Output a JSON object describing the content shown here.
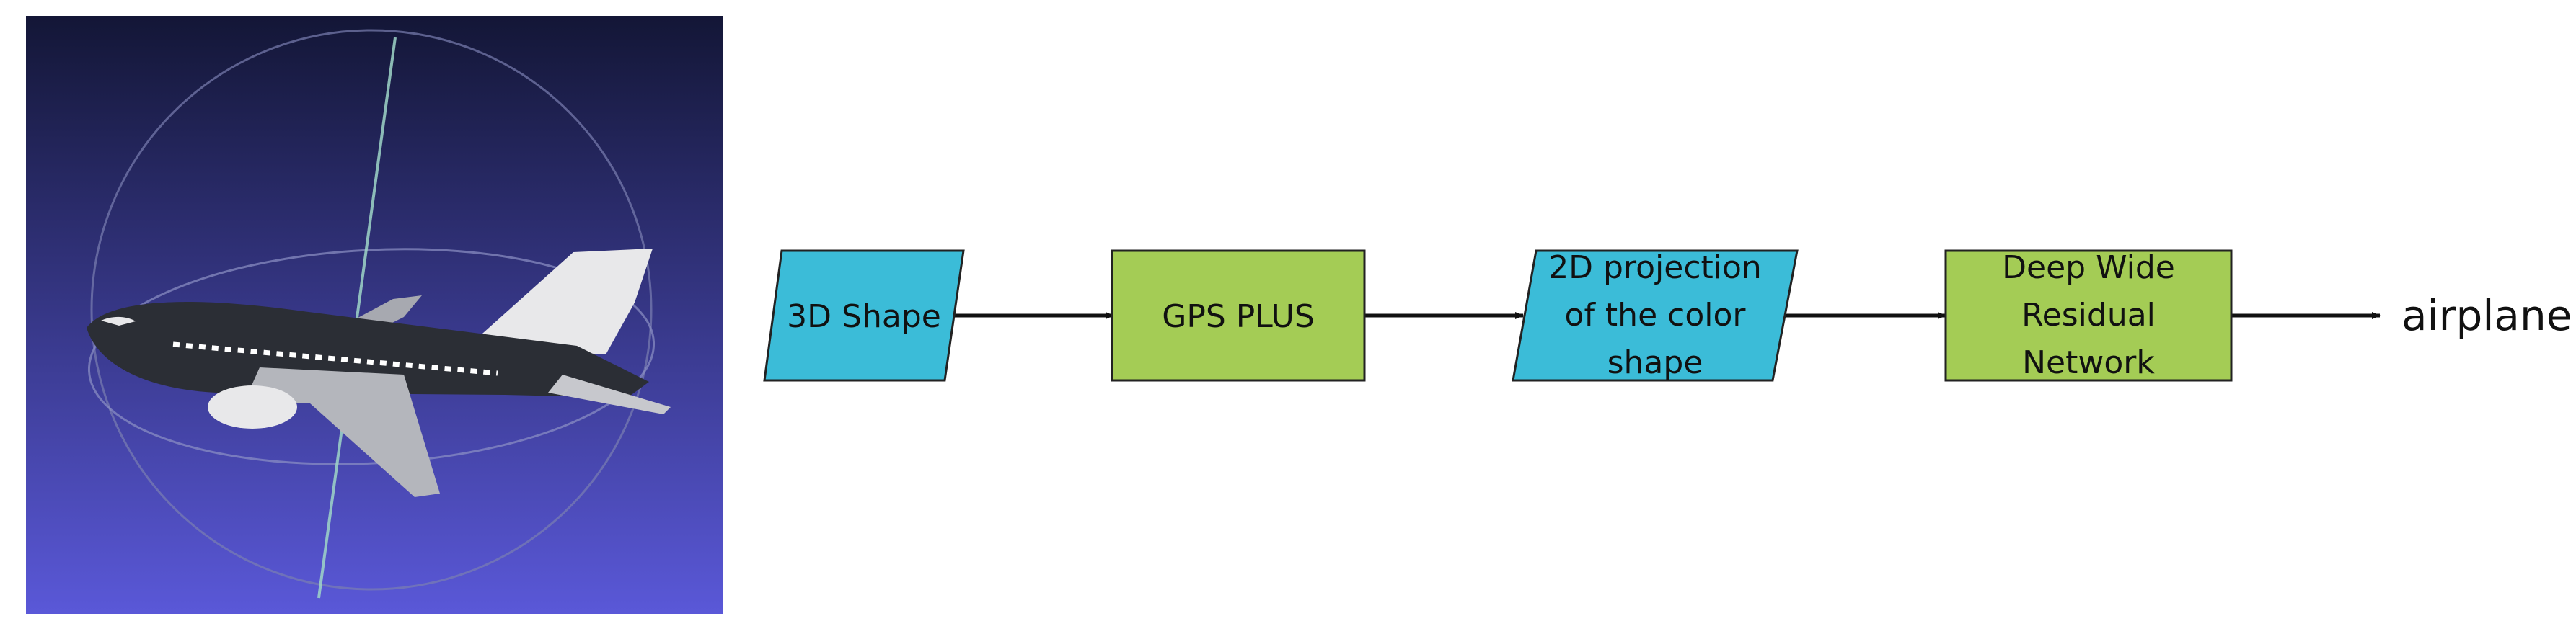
{
  "colors": {
    "cyan_node": "#3BBCD8",
    "green_node": "#A4CC55",
    "stroke": "#222222",
    "arrow": "#111111",
    "viewer_top": "#131636",
    "viewer_bottom": "#5a58d8",
    "plane_body": "#2b2e35",
    "plane_light": "#e8e8ea"
  },
  "input_image": {
    "icon": "airplane-3d-render-icon"
  },
  "nodes": [
    {
      "id": "n1",
      "shape": "parallelogram",
      "color_key": "cyan_node",
      "lines": [
        "3D Shape"
      ]
    },
    {
      "id": "n2",
      "shape": "rectangle",
      "color_key": "green_node",
      "lines": [
        "GPS PLUS"
      ]
    },
    {
      "id": "n3",
      "shape": "parallelogram",
      "color_key": "cyan_node",
      "lines": [
        "2D projection",
        "of the color",
        "shape"
      ]
    },
    {
      "id": "n4",
      "shape": "rectangle",
      "color_key": "green_node",
      "lines": [
        "Deep Wide",
        "Residual",
        "Network"
      ]
    }
  ],
  "output_label": "airplane"
}
